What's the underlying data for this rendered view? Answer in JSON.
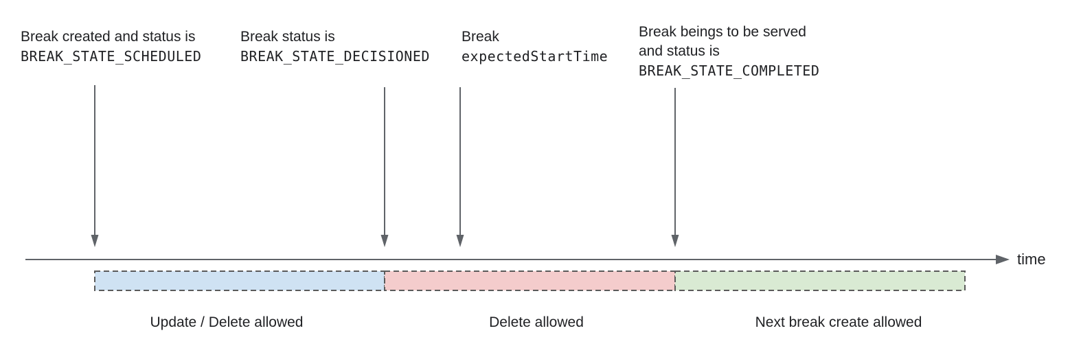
{
  "diagram": {
    "annotations": [
      {
        "line1": "Break created and status is",
        "code": "BREAK_STATE_SCHEDULED"
      },
      {
        "line1": "Break status is",
        "code": "BREAK_STATE_DECISIONED"
      },
      {
        "line1": "Break",
        "code": "expectedStartTime"
      },
      {
        "line1": "Break beings to be served",
        "line2": "and status is",
        "code": "BREAK_STATE_COMPLETED"
      }
    ],
    "axis": {
      "label": "time"
    },
    "segments": [
      {
        "label": "Update / Delete allowed",
        "fill": "#cfe2f3"
      },
      {
        "label": "Delete allowed",
        "fill": "#f4cccc"
      },
      {
        "label": "Next break create allowed",
        "fill": "#d9ead3"
      }
    ],
    "colors": {
      "line": "#5f6368",
      "segment_border": "#5a5a5a",
      "text": "#202124"
    }
  }
}
